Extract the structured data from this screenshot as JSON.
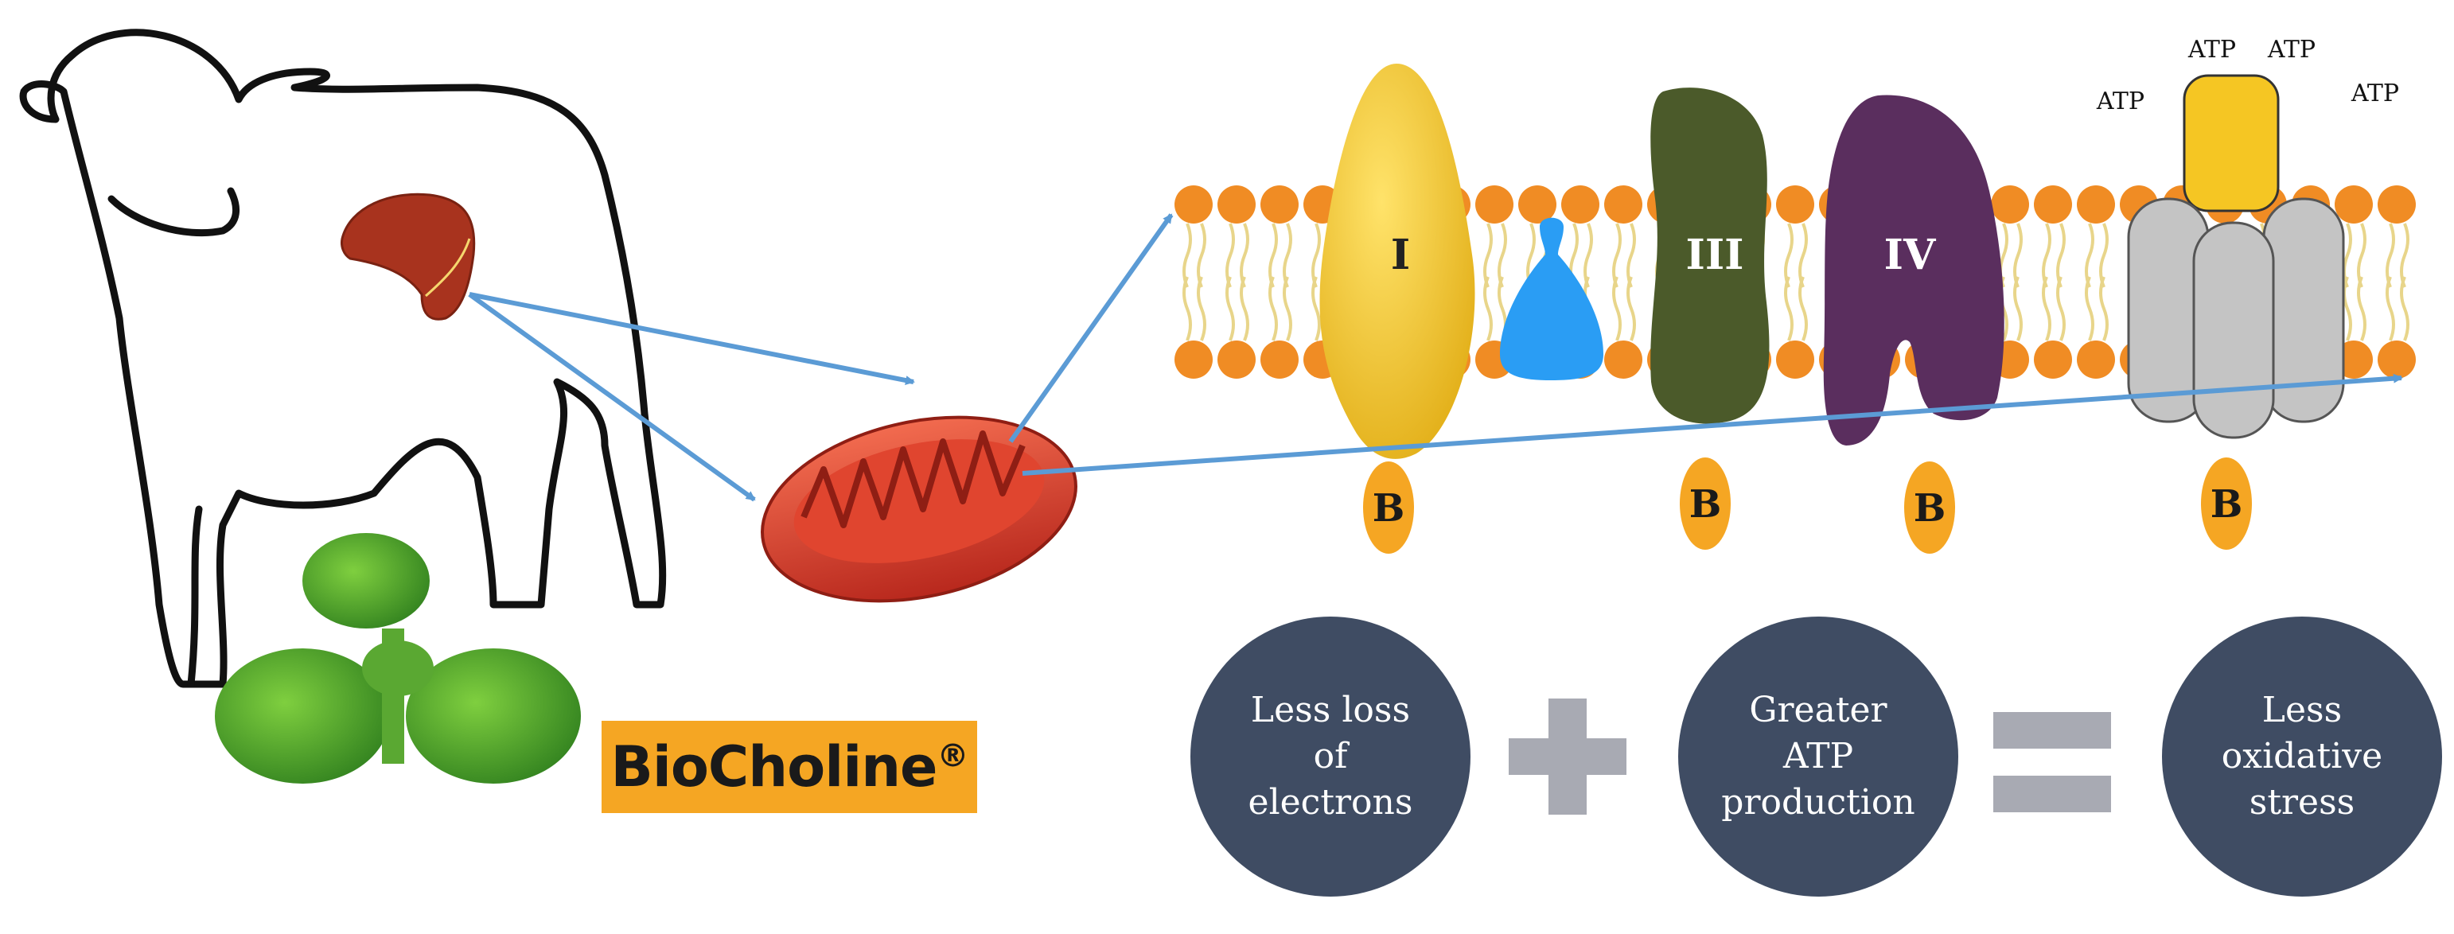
{
  "complexes": [
    {
      "id": "complex-1",
      "label": "I",
      "color": "#f2c420"
    },
    {
      "id": "complex-2",
      "label": "",
      "color": "#2a9df4"
    },
    {
      "id": "complex-3",
      "label": "III",
      "color": "#4b5a2a"
    },
    {
      "id": "complex-4",
      "label": "IV",
      "color": "#5a2e5e"
    },
    {
      "id": "atp-synthase",
      "label": "",
      "color": "#bfbfbf"
    }
  ],
  "atp_labels": [
    "ATP",
    "ATP",
    "ATP",
    "ATP"
  ],
  "b_markers": [
    "B",
    "B",
    "B",
    "B"
  ],
  "brand": {
    "name": "BioCholine",
    "mark": "®"
  },
  "equation": {
    "term1": "Less loss\nof\nelectrons",
    "term2": "Greater\nATP\nproduction",
    "result": "Less\noxidative\nstress"
  },
  "colors": {
    "arrow": "#5b9bd5",
    "membrane_head": "#f08c24",
    "circle": "#3f4c63",
    "operator": "#a8aab3",
    "b_marker": "#f5a623",
    "brand_bg": "#f5a623"
  }
}
